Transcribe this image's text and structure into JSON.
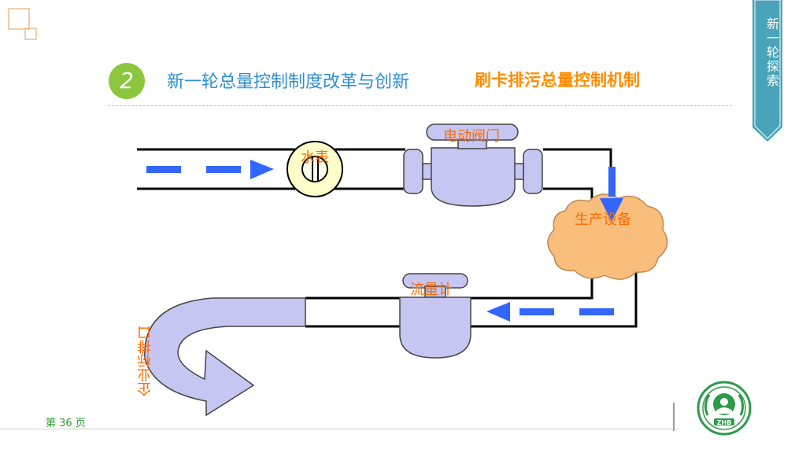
{
  "slide": {
    "number": "2",
    "title": "新一轮总量控制制度改革与创新",
    "subtitle": "刷卡排污总量控制机制",
    "ribbon": "新一轮探索",
    "page": "第 36 页"
  },
  "diagram": {
    "water_meter": "水表",
    "electric_valve": "电动阀门",
    "production_equipment": "生产设备",
    "flow_meter": "流量计",
    "outlet": "企业标排口"
  },
  "colors": {
    "accent_green": "#8cc63f",
    "title_blue": "#2e8fd0",
    "title_orange": "#ff8c00",
    "ribbon_teal": "#4aa3b8",
    "arrow_blue": "#3366ff",
    "valve_fill": "#c6c6f2",
    "cloud_fill": "#f9be7c",
    "meter_fill": "#ffffcc"
  },
  "icons": {
    "logo": "zhb-environment-logo"
  }
}
